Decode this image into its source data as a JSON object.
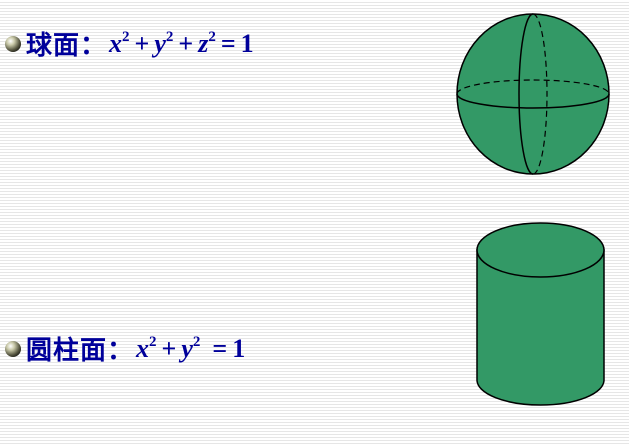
{
  "slide": {
    "sphere": {
      "label": "球面：",
      "formula": {
        "v1": "x",
        "e1": "2",
        "op1": "+",
        "v2": "y",
        "e2": "2",
        "op2": "+",
        "v3": "z",
        "e3": "2",
        "eq": "=",
        "rhs": "1"
      },
      "fill_color": "#339966"
    },
    "cylinder": {
      "label": "圆柱面：",
      "formula": {
        "v1": "x",
        "e1": "2",
        "op1": "+",
        "v2": "y",
        "e2": "2",
        "eq": "=",
        "rhs": "1"
      },
      "fill_color": "#339966"
    },
    "colors": {
      "text": "#00009a",
      "shape_fill": "#339966",
      "outline": "#000000"
    },
    "icons": {
      "bullet": "sphere-bullet-icon"
    }
  }
}
